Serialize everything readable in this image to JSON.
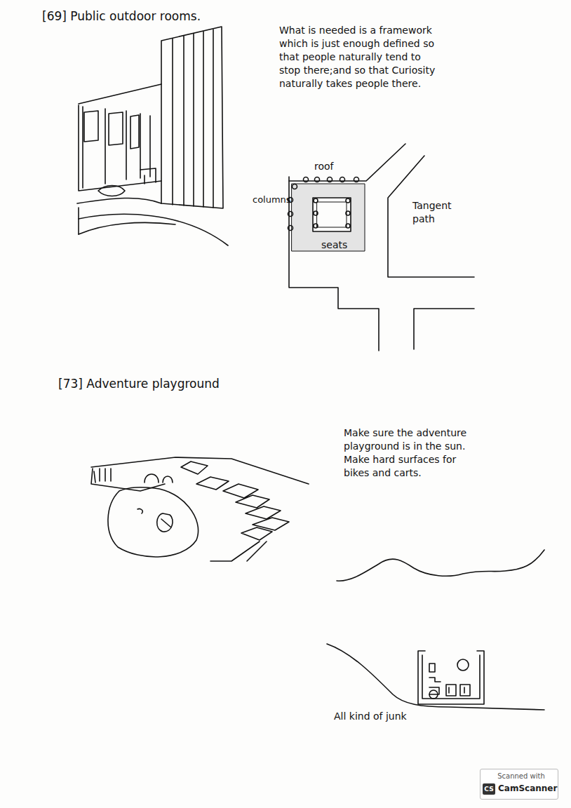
{
  "diagram": {
    "labels": [
      "[69] Public outdoor rooms.",
      "What is needed is a framework which is just enough defined so that people naturally tend to stop there;and so that Curiosity naturally takes people there.",
      "roof",
      "columns",
      "seats",
      "Tangent path",
      "[73] Adventure playground",
      "Make sure the adventure playground is in the sun. Make hard surfaces for bikes and carts.",
      "All kind of junk",
      "Scanned with",
      "CS",
      "CamScanner"
    ]
  }
}
